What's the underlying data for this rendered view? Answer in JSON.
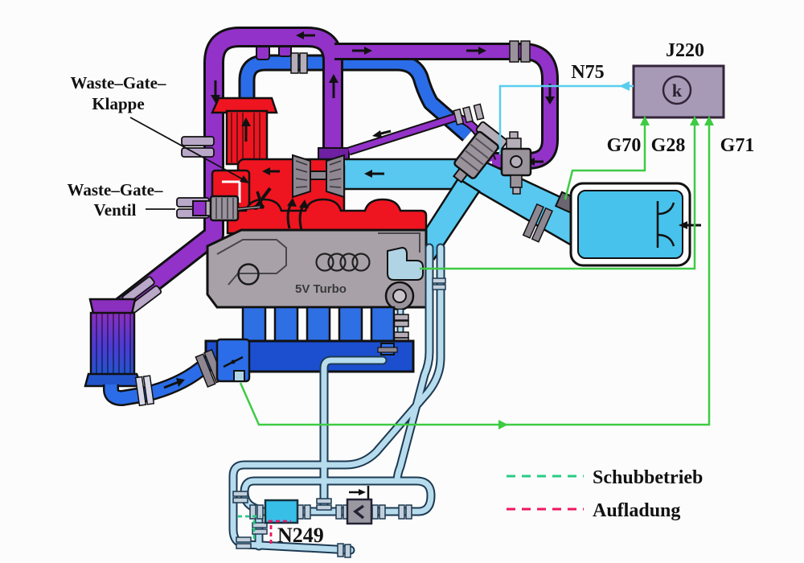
{
  "labels": {
    "waste_gate_klappe1": "Waste–Gate–",
    "waste_gate_klappe2": "Klappe",
    "waste_gate_ventil1": "Waste–Gate–",
    "waste_gate_ventil2": "Ventil",
    "n75": "N75",
    "j220": "J220",
    "ecu_symbol": "k",
    "g70": "G70",
    "g28": "G28",
    "g71": "G71",
    "n249": "N249",
    "engine_badge": "5V Turbo",
    "check_valve_glyph": "<"
  },
  "legend": {
    "items": [
      {
        "label": "Schubbetrieb",
        "color": "#26cc84",
        "style": "dashed"
      },
      {
        "label": "Aufladung",
        "color": "#f01560",
        "style": "dashed"
      }
    ]
  },
  "colors": {
    "boost_pipe_purple": "#9232c8",
    "intake_pipe_blue": "#2b6de8",
    "plenum_blue": "#1b4fd0",
    "exhaust_red": "#ee1520",
    "air_duct_cyan": "#58c8f0",
    "air_filter_cyan": "#46c2ec",
    "vacuum_tube_pale": "#b7dcee",
    "engine_gray": "#a8a1a8",
    "valve_gray": "#9a939c",
    "ecu_box": "#a79ab6",
    "sensor_wire_green": "#3ecb43",
    "control_wire_cyan": "#58cdee",
    "n249_valve_cyan": "#38bfe8"
  }
}
